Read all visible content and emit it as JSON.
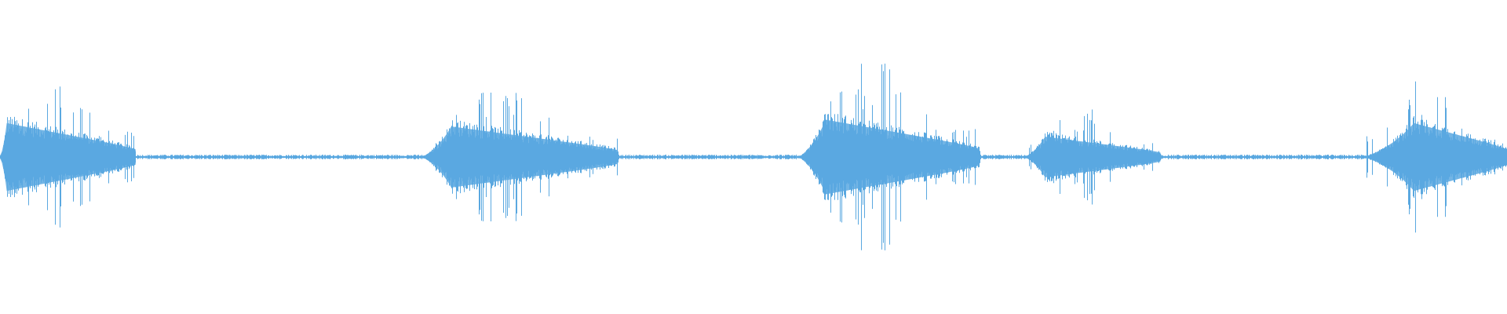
{
  "waveform": {
    "color": "#5aa8e0",
    "background": "#ffffff",
    "segments": [
      {
        "start": 0.0,
        "end": 0.09,
        "peak": 0.56,
        "body": 0.2,
        "attack": "sharp"
      },
      {
        "start": 0.28,
        "end": 0.41,
        "peak": 0.46,
        "body": 0.18,
        "attack": "medium"
      },
      {
        "start": 0.53,
        "end": 0.65,
        "peak": 0.62,
        "body": 0.22,
        "attack": "medium"
      },
      {
        "start": 0.68,
        "end": 0.77,
        "peak": 0.32,
        "body": 0.12,
        "attack": "medium"
      },
      {
        "start": 0.905,
        "end": 1.0,
        "peak": 0.5,
        "body": 0.2,
        "attack": "slow"
      }
    ],
    "noise_floor": 0.01
  }
}
